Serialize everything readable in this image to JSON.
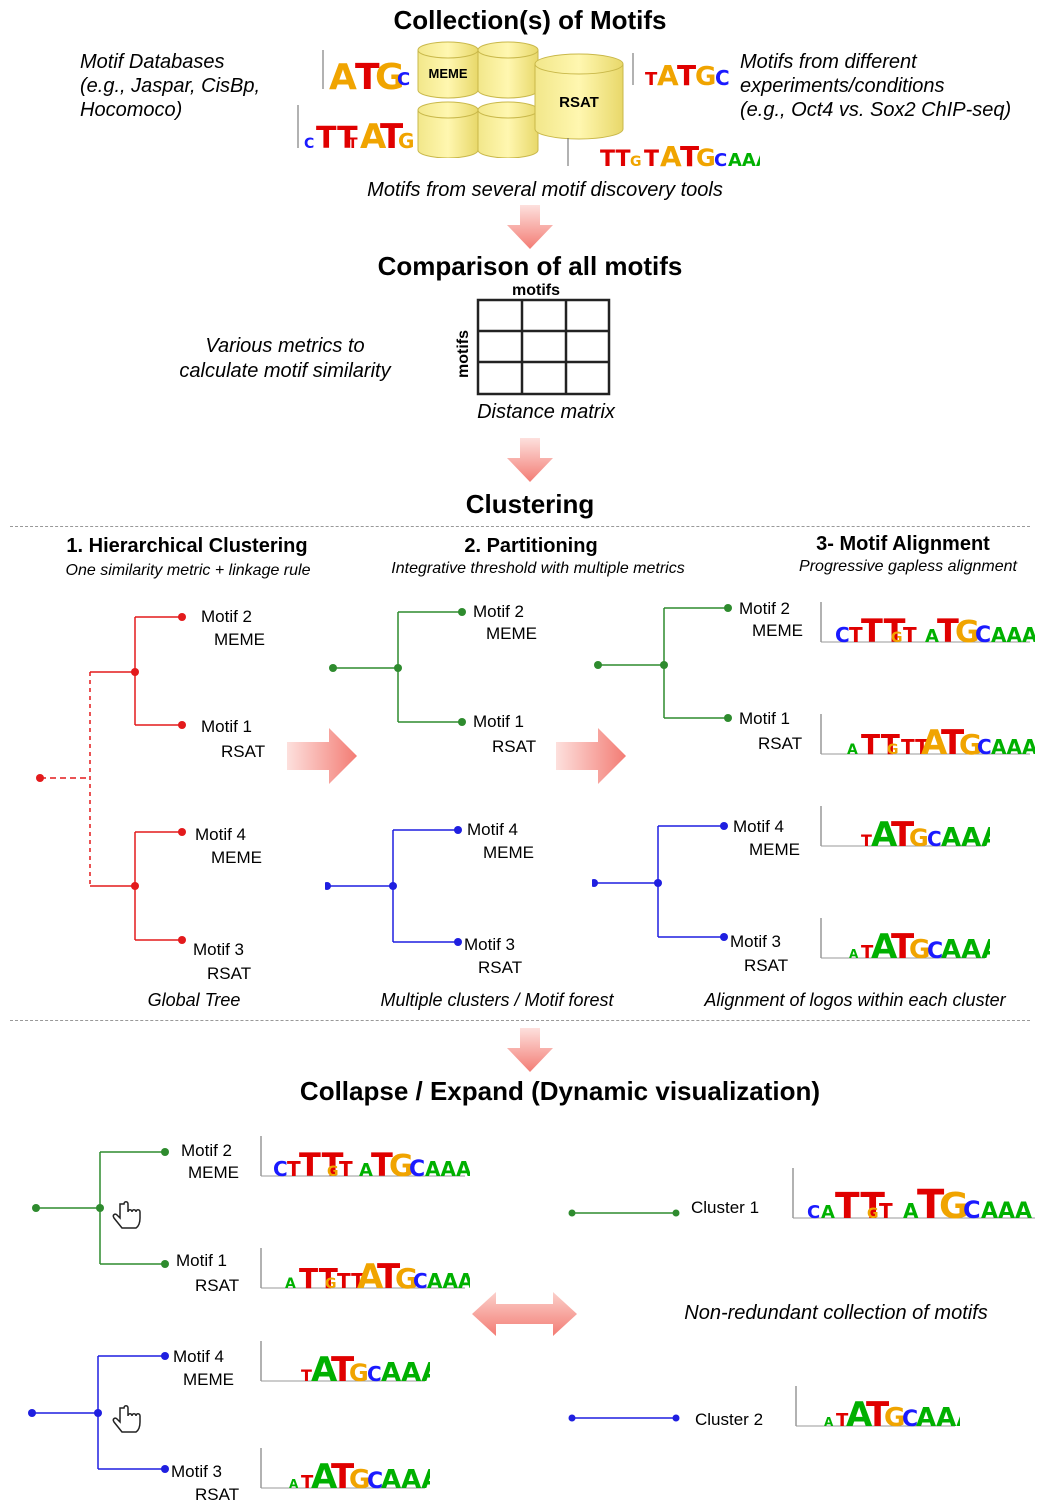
{
  "titles": {
    "collection": "Collection(s) of Motifs",
    "comparison": "Comparison of all motifs",
    "clustering": "Clustering",
    "collapse": "Collapse / Expand (Dynamic visualization)"
  },
  "collection": {
    "databases": [
      "Motif Databases",
      "(e.g., Jaspar, CisBp,",
      "Hocomoco)"
    ],
    "experiments": [
      "Motifs from different",
      "experiments/conditions",
      "(e.g., Oct4 vs. Sox2 ChIP-seq)"
    ],
    "tools_caption": "Motifs from several motif discovery tools",
    "db_meme": "MEME",
    "db_rsat": "RSAT"
  },
  "comparison": {
    "metrics": [
      "Various metrics to",
      "calculate motif similarity"
    ],
    "matrix_col_label": "motifs",
    "matrix_row_label": "motifs",
    "matrix_caption": "Distance matrix"
  },
  "clustering": {
    "methods": [
      {
        "title": "1. Hierarchical Clustering",
        "subtitle": "One similarity metric + linkage rule",
        "caption": "Global Tree"
      },
      {
        "title": "2. Partitioning",
        "subtitle": "Integrative threshold with multiple metrics",
        "caption": "Multiple clusters  /  Motif forest"
      },
      {
        "title": "3- Motif Alignment",
        "subtitle": "Progressive gapless alignment",
        "caption": "Alignment of logos within each cluster"
      }
    ],
    "motifs": [
      {
        "name": "Motif 2",
        "tool": "MEME"
      },
      {
        "name": "Motif 1",
        "tool": "RSAT"
      },
      {
        "name": "Motif 4",
        "tool": "MEME"
      },
      {
        "name": "Motif 3",
        "tool": "RSAT"
      }
    ]
  },
  "collapse": {
    "clusters": [
      "Cluster  1",
      "Cluster 2"
    ],
    "caption": "Non-redundant collection of motifs"
  },
  "colors": {
    "red": "#e31a1c",
    "green": "#2e8b2e",
    "blue": "#1f1fe0",
    "arrow": "#f4a09a"
  }
}
